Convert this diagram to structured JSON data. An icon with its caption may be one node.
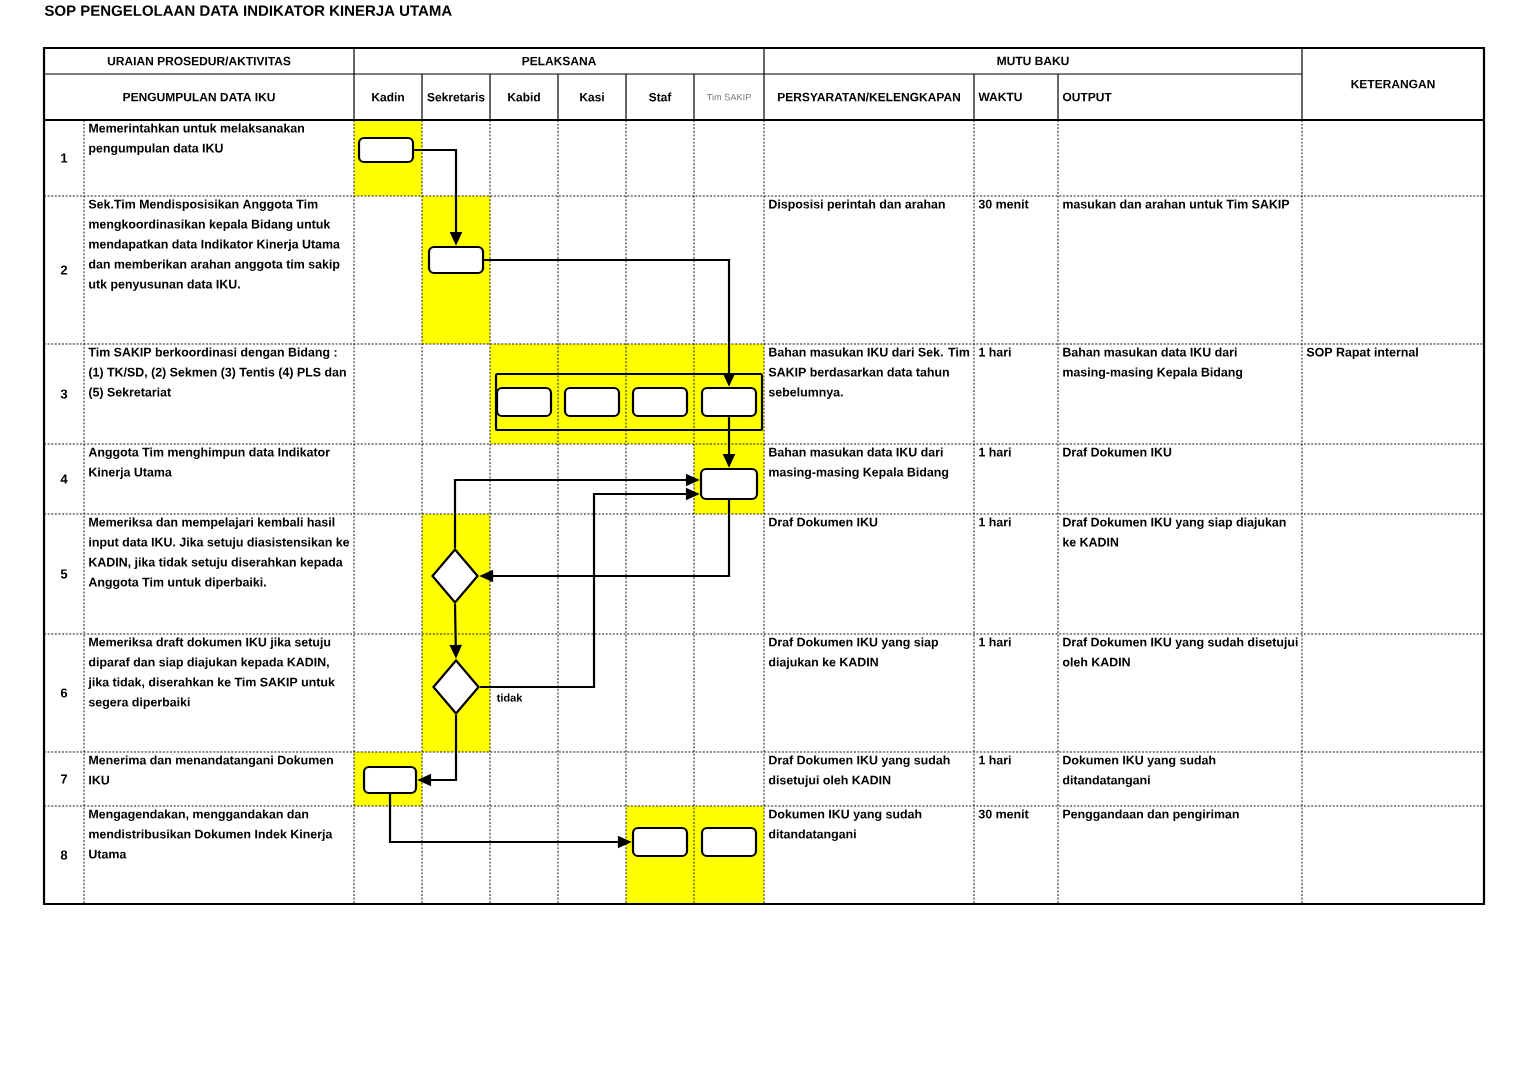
{
  "diagram": {
    "title": "SOP PENGELOLAAN DATA INDIKATOR KINERJA UTAMA",
    "nodes": [
      {
        "text": [],
        "shape": "box"
      },
      {
        "text": [],
        "shape": "box"
      },
      {
        "text": [],
        "shape": "box"
      },
      {
        "text": [],
        "shape": "box",
        "in": 2
      },
      {
        "text": [],
        "shape": "box",
        "in": 2
      },
      {
        "text": [],
        "shape": "box",
        "in": 2
      },
      {
        "text": [],
        "shape": "box",
        "in": 2
      },
      {
        "text": [],
        "shape": "box"
      },
      {
        "text": [],
        "shape": "diamond"
      },
      {
        "text": [],
        "shape": "diamond"
      },
      {
        "text": [],
        "shape": "box"
      },
      {
        "text": [],
        "shape": "box"
      },
      {
        "text": [],
        "shape": "box"
      }
    ],
    "edges": [
      {
        "from": 0,
        "to": 1,
        "arrow": "to"
      },
      {
        "from": 1,
        "to": 6,
        "arrow": "to"
      },
      {
        "from": 6,
        "to": 7,
        "arrow": "to"
      },
      {
        "from": 7,
        "to": 8,
        "arrow": "to"
      },
      {
        "from": 8,
        "to": 7,
        "arrow": "to"
      },
      {
        "from": 8,
        "to": 9,
        "arrow": "to"
      },
      {
        "from": 9,
        "to": 7,
        "arrow": "to",
        "label": "tidak"
      },
      {
        "from": 9,
        "to": 10,
        "arrow": "to"
      },
      {
        "from": 10,
        "to": 11,
        "arrow": "to"
      }
    ],
    "labels": [
      "URAIAN PROSEDUR/AKTIVITAS",
      "PELAKSANA",
      "MUTU BAKU",
      "KETERANGAN",
      "PENGUMPULAN DATA IKU",
      "Kadin",
      "Sekretaris",
      "Kabid",
      "Kasi",
      "Staf",
      "Tim SAKIP",
      "PERSYARATAN/KELENGKAPAN",
      "WAKTU",
      "OUTPUT",
      "1",
      "Memerintahkan untuk melaksanakan pengumpulan data IKU",
      "2",
      "Sek.Tim Mendisposisikan Anggota Tim mengkoordinasikan kepala Bidang untuk mendapatkan data Indikator Kinerja Utama dan memberikan arahan anggota tim sakip utk penyusunan data IKU.",
      "Disposisi perintah dan arahan",
      "30 menit",
      "masukan dan arahan untuk Tim SAKIP",
      "3",
      "Tim SAKIP berkoordinasi dengan Bidang : (1) TK/SD, (2) Sekmen (3) Tentis (4) PLS dan (5) Sekretariat",
      "Bahan masukan IKU dari Sek. Tim SAKIP berdasarkan data tahun sebelumnya.",
      "1 hari",
      "Bahan masukan data IKU dari masing-masing Kepala Bidang",
      "SOP Rapat internal",
      "4",
      "Anggota Tim menghimpun data Indikator Kinerja Utama",
      "Bahan masukan data IKU dari masing-masing Kepala Bidang",
      "1 hari",
      "Draf Dokumen IKU",
      "5",
      "Memeriksa dan mempelajari kembali hasil input data IKU. Jika setuju diasistensikan ke KADIN, jika tidak setuju diserahkan kepada Anggota Tim untuk diperbaiki.",
      "Draf Dokumen IKU",
      "1 hari",
      "Draf Dokumen IKU yang siap diajukan ke KADIN",
      "6",
      "Memeriksa draft dokumen IKU jika setuju diparaf dan siap diajukan kepada KADIN, jika tidak, diserahkan ke Tim SAKIP untuk segera diperbaiki",
      "Draf Dokumen IKU yang siap diajukan ke KADIN",
      "1 hari",
      "Draf Dokumen IKU yang sudah disetujui oleh KADIN",
      "7",
      "Menerima dan menandatangani Dokumen IKU",
      "Draf Dokumen IKU yang sudah disetujui oleh KADIN",
      "1 hari",
      "Dokumen IKU yang sudah ditandatangani",
      "8",
      "Mengagendakan, menggandakan dan mendistribusikan Dokumen Indek Kinerja Utama",
      "Dokumen IKU yang sudah ditandatangani",
      "30 menit",
      "Penggandaan dan pengiriman"
    ]
  }
}
